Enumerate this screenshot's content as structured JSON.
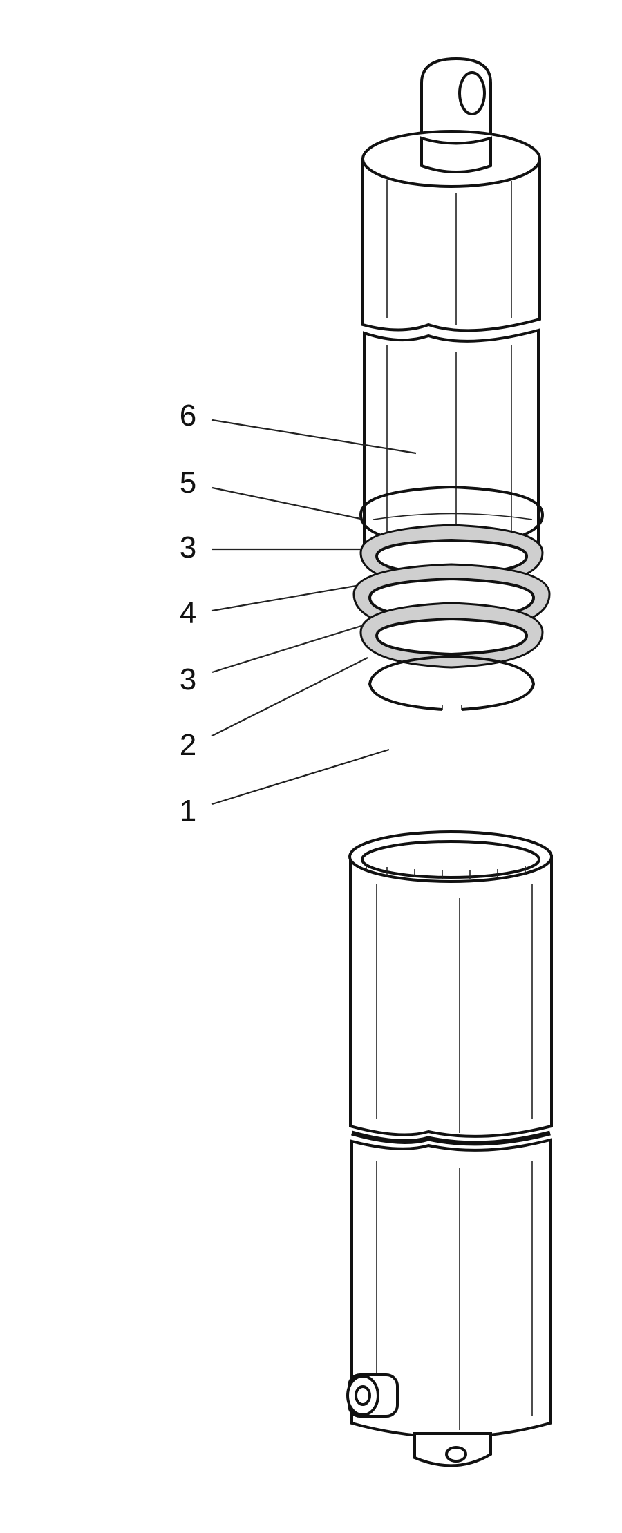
{
  "callouts": [
    {
      "id": "6",
      "label": "6"
    },
    {
      "id": "5",
      "label": "5"
    },
    {
      "id": "3a",
      "label": "3"
    },
    {
      "id": "4",
      "label": "4"
    },
    {
      "id": "3b",
      "label": "3"
    },
    {
      "id": "2",
      "label": "2"
    },
    {
      "id": "1",
      "label": "1"
    }
  ]
}
